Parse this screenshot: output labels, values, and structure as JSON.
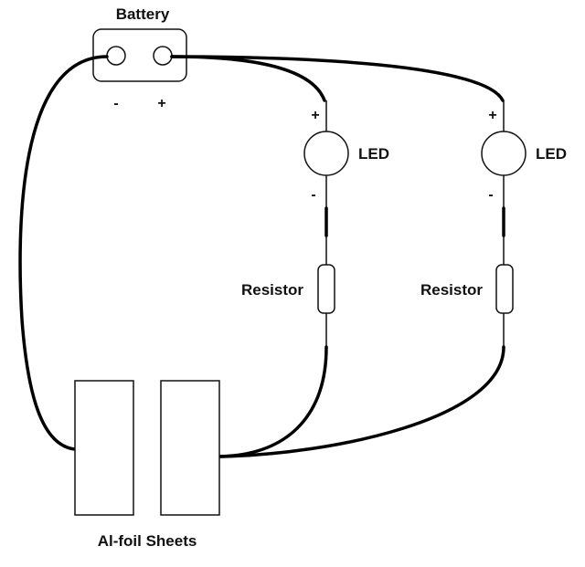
{
  "diagram": {
    "title": "Battery",
    "battery": {
      "label": "Battery",
      "negative_sign": "-",
      "positive_sign": "+"
    },
    "branches": [
      {
        "led": {
          "label": "LED",
          "positive_sign": "+",
          "negative_sign": "-"
        },
        "resistor": {
          "label": "Resistor"
        }
      },
      {
        "led": {
          "label": "LED",
          "positive_sign": "+",
          "negative_sign": "-"
        },
        "resistor": {
          "label": "Resistor"
        }
      }
    ],
    "foil": {
      "label": "Al-foil Sheets",
      "count": 2
    },
    "colors": {
      "line": "#000000",
      "background": "#ffffff"
    }
  }
}
